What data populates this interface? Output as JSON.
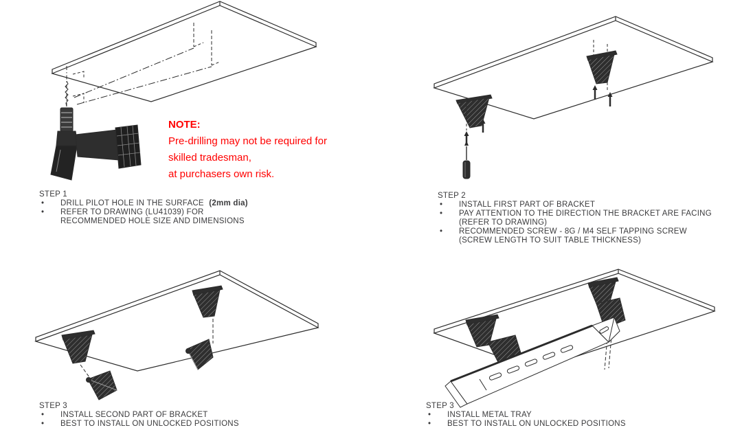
{
  "colors": {
    "note_red": "#ff0000",
    "ink": "#3b3b3d",
    "line_art": "#2b2b2b"
  },
  "note": {
    "title": "NOTE:",
    "line1": "Pre-drilling may not be required for",
    "line2": "skilled tradesman,",
    "line3": "at purchasers own risk."
  },
  "step1": {
    "title": "STEP 1",
    "lines": [
      {
        "b": "•",
        "t": "DRILL PILOT HOLE IN THE SURFACE ",
        "bold": "(2mm dia)"
      },
      {
        "b": "•",
        "t": "REFER TO DRAWING (LU41039) FOR"
      },
      {
        "b": "",
        "t": "RECOMMENDED HOLE SIZE AND DIMENSIONS"
      }
    ]
  },
  "step2": {
    "title": "STEP 2",
    "lines": [
      {
        "b": "•",
        "t": "INSTALL FIRST PART OF BRACKET"
      },
      {
        "b": "•",
        "t": "PAY ATTENTION TO THE DIRECTION THE BRACKET ARE FACING"
      },
      {
        "b": "",
        "t": "(REFER TO DRAWING)"
      },
      {
        "b": "•",
        "t": "RECOMMENDED SCREW - 8G / M4 SELF TAPPING SCREW"
      },
      {
        "b": "",
        "t": "(SCREW LENGTH TO SUIT TABLE THICKNESS)"
      }
    ]
  },
  "step3_left": {
    "title": "STEP 3",
    "lines": [
      {
        "b": "•",
        "t": "INSTALL SECOND PART OF BRACKET"
      },
      {
        "b": "•",
        "t": "BEST TO INSTALL ON UNLOCKED POSITIONS"
      }
    ]
  },
  "step3_right": {
    "title": "STEP 3",
    "lines": [
      {
        "b": "•",
        "t": "INSTALL METAL TRAY"
      },
      {
        "b": "•",
        "t": "BEST TO INSTALL ON UNLOCKED POSITIONS"
      }
    ]
  }
}
